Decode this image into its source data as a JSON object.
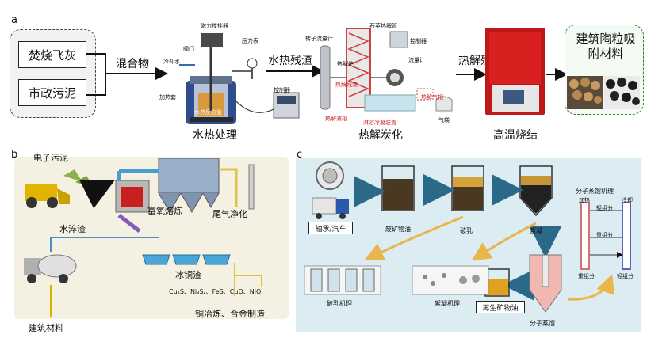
{
  "panel_a": {
    "letter": "a",
    "inputs": [
      "焚烧飞灰",
      "市政污泥"
    ],
    "arrow_mix": "混合物",
    "arrow_hydro": "水热残渣",
    "arrow_pyro": "热解残渣",
    "product": "建筑陶粒吸附材料",
    "stages": [
      "水热处理",
      "热解炭化",
      "高温烧结"
    ],
    "hydro_labels": {
      "stirrer": "磁力搅拌器",
      "valve": "阀门",
      "gauge": "压力表",
      "cooling_water": "冷却水",
      "heating_jacket": "加热套",
      "reactor": "水热反应釜",
      "controller": "控制器"
    },
    "pyro_labels": {
      "rotor_flowmeter": "转子流量计",
      "quartz_tube": "石英热解管",
      "furnace": "热解炉",
      "controller": "控制器",
      "flowmeter": "流量计",
      "pyro_residue": "热解残渣",
      "pyro_liquid": "热解液相",
      "ice_bath": "淋浴冷凝装置",
      "pyro_gas": "热解气相",
      "gas_bag": "气袋"
    }
  },
  "panel_b": {
    "letter": "b",
    "labels": {
      "e_sludge": "电子污泥",
      "oxygen_smelting": "富氧熔炼",
      "tail_gas": "尾气净化",
      "water_slag": "水淬渣",
      "ice_copper": "冰铜渣",
      "compounds": "Cu₂S、Ni₃S₂、FeS、CuO、NiO",
      "smelting": "铜冶炼、合金制造",
      "building": "建筑材料"
    }
  },
  "panel_c": {
    "letter": "c",
    "labels": {
      "source": "轴承/汽车",
      "waste_oil": "废矿物油",
      "demulsify": "破乳",
      "flocculate": "絮凝",
      "mol_mech": "分子蒸馏机理",
      "heating": "加热",
      "cooling": "冷却",
      "light": "轻组分",
      "heavy": "重组分",
      "demulsify_mech": "破乳机理",
      "floc_mech": "絮凝机理",
      "regen_oil": "再生矿物油",
      "mol_distill": "分子蒸馏"
    },
    "mech_components": {
      "light_top": "轻组分",
      "heavy_mid": "重组分",
      "heavy_bottom": "重组分",
      "light_bottom": "轻组分"
    }
  }
}
